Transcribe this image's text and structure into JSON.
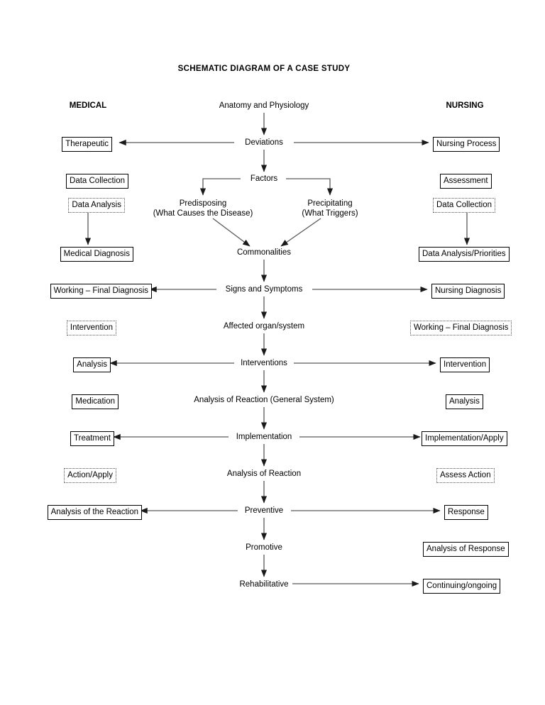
{
  "title": "SCHEMATIC DIAGRAM OF A CASE STUDY",
  "columns": {
    "left_header": "MEDICAL",
    "center_header": "Anatomy and Physiology",
    "right_header": "NURSING"
  },
  "center_column": [
    {
      "label": "Deviations"
    },
    {
      "label": "Factors"
    },
    {
      "label": "Predisposing",
      "sublabel": "(What Causes the Disease)"
    },
    {
      "label": "Precipitating",
      "sublabel": "(What Triggers)"
    },
    {
      "label": "Commonalities"
    },
    {
      "label": "Signs and Symptoms"
    },
    {
      "label": "Affected organ/system"
    },
    {
      "label": "Interventions"
    },
    {
      "label": "Analysis of Reaction (General System)"
    },
    {
      "label": "Implementation"
    },
    {
      "label": "Analysis of Reaction"
    },
    {
      "label": "Preventive"
    },
    {
      "label": "Promotive"
    },
    {
      "label": "Rehabilitative"
    }
  ],
  "left_column": [
    {
      "label": "Therapeutic",
      "style": "solid"
    },
    {
      "label": "Data Collection",
      "style": "solid"
    },
    {
      "label": "Data Analysis",
      "style": "dotted"
    },
    {
      "label": "Medical Diagnosis",
      "style": "solid"
    },
    {
      "label": "Working – Final Diagnosis",
      "style": "solid"
    },
    {
      "label": "Intervention",
      "style": "dotted"
    },
    {
      "label": "Analysis",
      "style": "solid"
    },
    {
      "label": "Medication",
      "style": "solid"
    },
    {
      "label": "Treatment",
      "style": "solid"
    },
    {
      "label": "Action/Apply",
      "style": "dotted"
    },
    {
      "label": "Analysis of the Reaction",
      "style": "solid"
    }
  ],
  "right_column": [
    {
      "label": "Nursing Process",
      "style": "solid"
    },
    {
      "label": "Assessment",
      "style": "solid"
    },
    {
      "label": "Data Collection",
      "style": "dotted"
    },
    {
      "label": "Data Analysis/Priorities",
      "style": "solid"
    },
    {
      "label": "Nursing Diagnosis",
      "style": "solid"
    },
    {
      "label": "Working – Final Diagnosis",
      "style": "dotted"
    },
    {
      "label": "Intervention",
      "style": "solid"
    },
    {
      "label": "Analysis",
      "style": "solid"
    },
    {
      "label": "Implementation/Apply",
      "style": "solid"
    },
    {
      "label": "Assess Action",
      "style": "dotted"
    },
    {
      "label": "Response",
      "style": "solid"
    },
    {
      "label": "Analysis of Response",
      "style": "solid"
    },
    {
      "label": "Continuing/ongoing",
      "style": "solid"
    }
  ],
  "colors": {
    "ink": "#000000",
    "connector": "#595959",
    "dotted_border": "#555555",
    "background": "#ffffff"
  }
}
